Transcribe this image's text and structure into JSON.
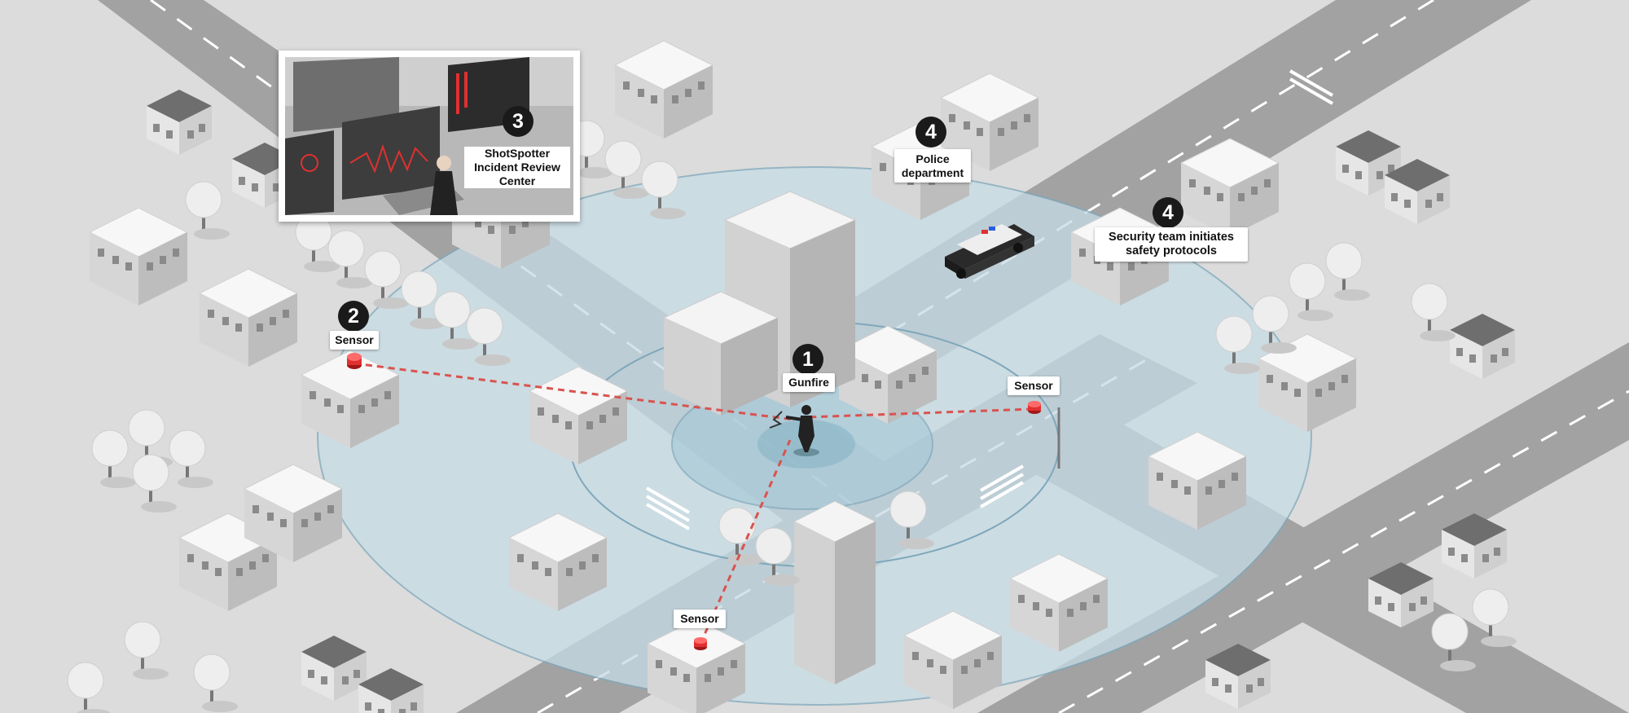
{
  "colors": {
    "ground": "#dcdcdc",
    "zone": "#c7dce6",
    "zone_ring": "#7fa8bb",
    "road": "#9a9a9a",
    "sensor_line": "#d9534f",
    "sensor": "#e03030",
    "badge": "#1a1a1a"
  },
  "steps": {
    "gunfire": {
      "number": "1",
      "label": "Gunfire"
    },
    "sensor_primary": {
      "number": "2",
      "label": "Sensor"
    },
    "review_center": {
      "number": "3",
      "label": "ShotSpotter\nIncident Review\nCenter"
    },
    "police": {
      "number": "4",
      "label": "Police\ndepartment"
    },
    "security": {
      "number": "4",
      "label": "Security team initiates\nsafety protocols"
    }
  },
  "sensors": {
    "east": {
      "label": "Sensor"
    },
    "south": {
      "label": "Sensor"
    }
  },
  "icons": [
    "gunman-figure",
    "police-car",
    "sensor-device",
    "review-center-screens",
    "analyst-figure"
  ]
}
